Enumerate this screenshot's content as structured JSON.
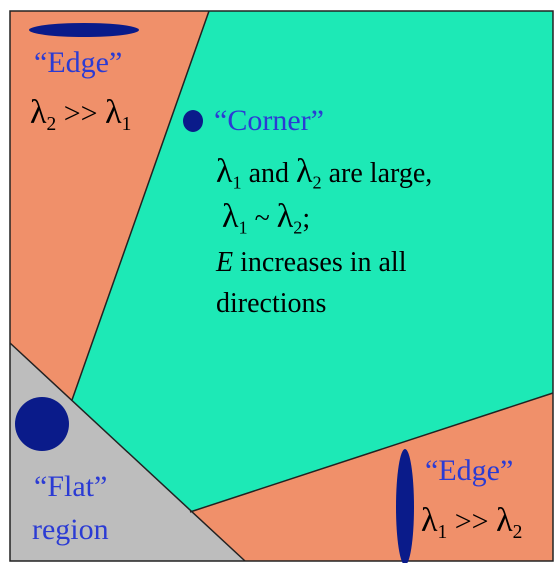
{
  "colors": {
    "edge_region": "#f0906a",
    "corner_region": "#1de9b6",
    "flat_region": "#bdbdbd",
    "ellipse": "#0a1b8a",
    "label_blue": "#2b3bd4",
    "text": "#000000",
    "divider": "#222222"
  },
  "regions": {
    "edge_top": {
      "title": "“Edge”",
      "lambda_a": "λ",
      "sub_a": "2",
      "rel": " >> ",
      "lambda_b": "λ",
      "sub_b": "1"
    },
    "corner": {
      "title": "“Corner”",
      "line1": {
        "lambda_a": "λ",
        "sub_a": "1",
        "and": " and ",
        "lambda_b": "λ",
        "sub_b": "2",
        "rest": " are large,"
      },
      "line2": {
        "lambda_a": "λ",
        "sub_a": "1",
        "rel": " ~ ",
        "lambda_b": "λ",
        "sub_b": "2",
        "rest": ";"
      },
      "line3": {
        "var": "E",
        "rest": " increases in all"
      },
      "line4": "directions"
    },
    "flat": {
      "title_line1": "“Flat”",
      "title_line2": "region"
    },
    "edge_bottom": {
      "title": "“Edge”",
      "lambda_a": "λ",
      "sub_a": "1",
      "rel": " >> ",
      "lambda_b": "λ",
      "sub_b": "2"
    }
  }
}
